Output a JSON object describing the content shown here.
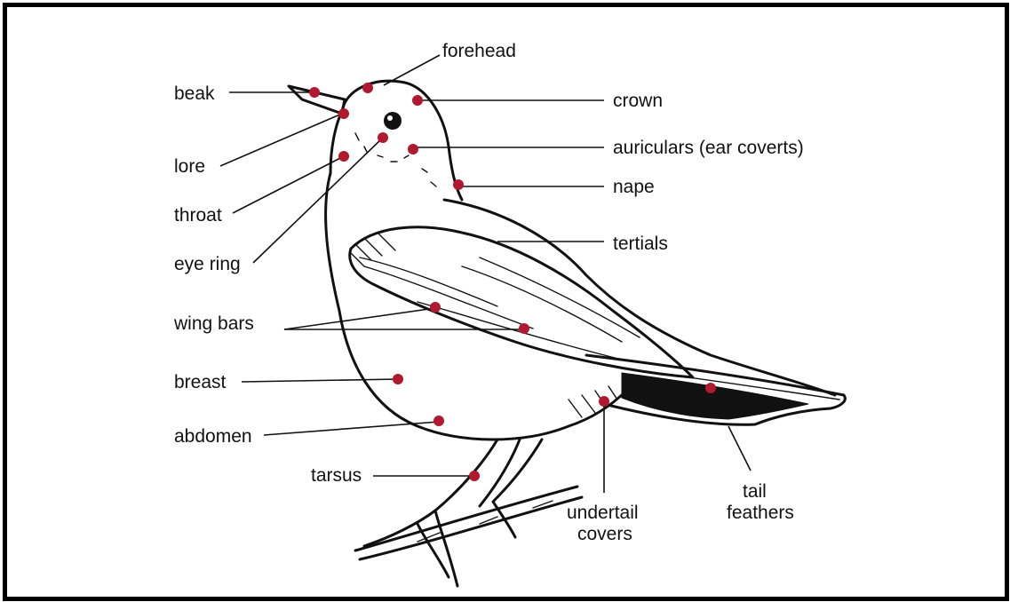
{
  "colors": {
    "dot": "#b0192f",
    "ink": "#111111",
    "frame": "#000000"
  },
  "labels": {
    "forehead": "forehead",
    "beak": "beak",
    "crown": "crown",
    "auriculars": "auriculars (ear coverts)",
    "lore": "lore",
    "nape": "nape",
    "throat": "throat",
    "tertials": "tertials",
    "eye_ring": "eye ring",
    "wing_bars": "wing bars",
    "breast": "breast",
    "abdomen": "abdomen",
    "tarsus": "tarsus",
    "undertail_line1": "undertail",
    "undertail_line2": "covers",
    "tail_line1": "tail",
    "tail_line2": "feathers"
  }
}
